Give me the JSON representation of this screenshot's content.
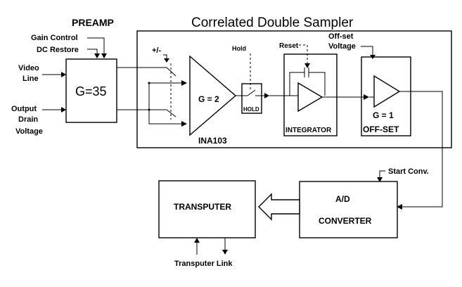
{
  "labels": {
    "preamp_title": "PREAMP",
    "cds_title": "Correlated Double Sampler",
    "gain_control": "Gain Control",
    "dc_restore": "DC Restore",
    "video": "Video",
    "line": "Line",
    "output": "Output",
    "drain": "Drain",
    "voltage": "Voltage",
    "preamp_gain": "G=35",
    "plus_minus": "+/-",
    "hold_top": "Hold",
    "hold_box": "HOLD",
    "ina_gain": "G = 2",
    "ina_name": "INA103",
    "reset": "Reset",
    "integrator": "INTEGRATOR",
    "offset_voltage_1": "Off-set",
    "offset_voltage_2": "Voltage",
    "offset_gain": "G = 1",
    "offset_box": "OFF-SET",
    "start_conv": "Start Conv.",
    "ad_1": "A/D",
    "ad_2": "CONVERTER",
    "transputer": "TRANSPUTER",
    "transputer_link": "Transputer Link"
  }
}
